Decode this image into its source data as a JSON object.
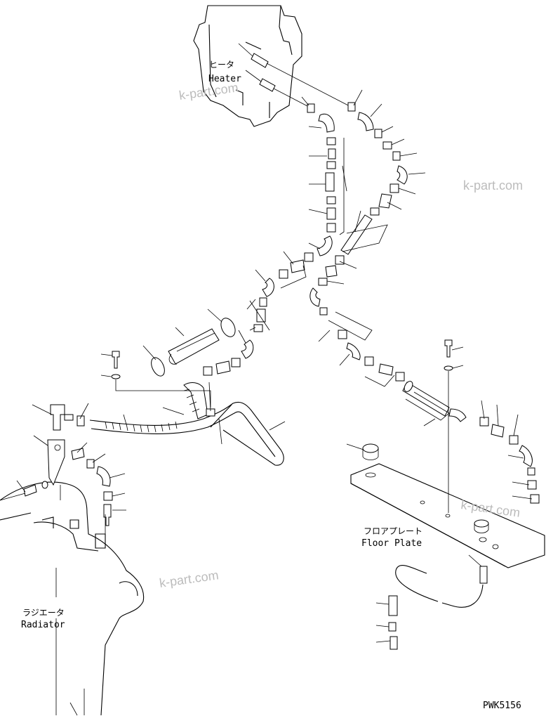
{
  "labels": {
    "heater_jp": "ヒータ",
    "heater_en": "Heater",
    "floor_plate_jp": "フロアプレート",
    "floor_plate_en": "Floor Plate",
    "radiator_jp": "ラジエータ",
    "radiator_en": "Radiator"
  },
  "watermarks": [
    "k-part.com",
    "k-part.com",
    "k-part.com",
    "k-part.com"
  ],
  "drawing_code": "PWK5156"
}
